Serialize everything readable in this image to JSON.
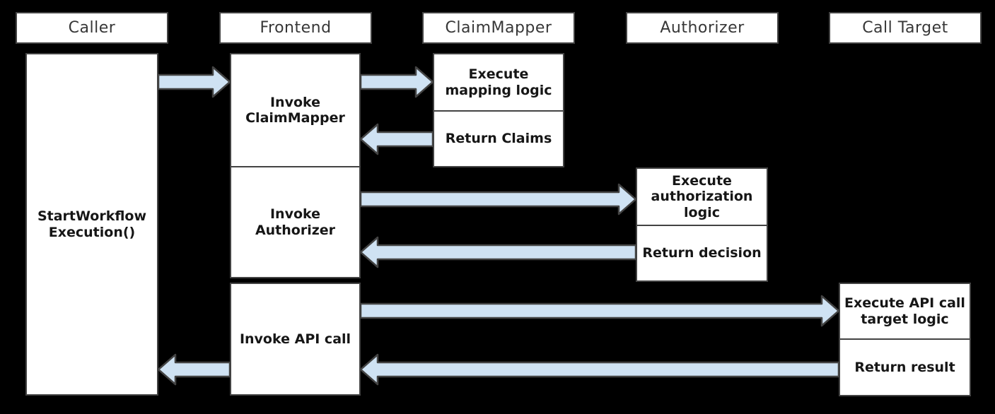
{
  "colors": {
    "background": "#000000",
    "box_fill": "#ffffff",
    "box_border": "#434343",
    "arrow_fill": "#cfe2f3",
    "arrow_stroke": "#434343",
    "body_text": "#161616",
    "header_text": "#373737"
  },
  "diagram": {
    "actors": [
      {
        "id": "caller",
        "label": "Caller"
      },
      {
        "id": "frontend",
        "label": "Frontend"
      },
      {
        "id": "claimmapper",
        "label": "ClaimMapper"
      },
      {
        "id": "authorizer",
        "label": "Authorizer"
      },
      {
        "id": "calltarget",
        "label": "Call Target"
      }
    ],
    "caller_activation": {
      "label": "StartWorkflow\nExecution()"
    },
    "frontend_sections": [
      {
        "label": "Invoke\nClaimMapper"
      },
      {
        "label": "Invoke\nAuthorizer"
      },
      {
        "label": "Invoke API call"
      }
    ],
    "claimmapper_steps": [
      {
        "label": "Execute\nmapping logic"
      },
      {
        "label": "Return Claims"
      }
    ],
    "authorizer_steps": [
      {
        "label": "Execute\nauthorization\nlogic"
      },
      {
        "label": "Return decision"
      }
    ],
    "calltarget_steps": [
      {
        "label": "Execute API call\ntarget logic"
      },
      {
        "label": "Return result"
      }
    ],
    "messages": [
      {
        "from": "caller",
        "to": "frontend",
        "row": 0
      },
      {
        "from": "frontend",
        "to": "claimmapper",
        "row": 0
      },
      {
        "from": "claimmapper",
        "to": "frontend",
        "row": 1
      },
      {
        "from": "frontend",
        "to": "authorizer",
        "row": 2
      },
      {
        "from": "authorizer",
        "to": "frontend",
        "row": 3
      },
      {
        "from": "frontend",
        "to": "calltarget",
        "row": 4
      },
      {
        "from": "calltarget",
        "to": "frontend",
        "row": 5
      },
      {
        "from": "frontend",
        "to": "caller",
        "row": 5
      }
    ]
  }
}
